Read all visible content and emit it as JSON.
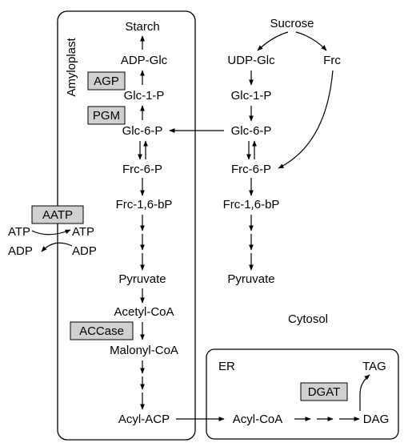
{
  "compartments": {
    "amyloplast": "Amyloplast",
    "cytosol": "Cytosol",
    "er": "ER"
  },
  "metabolites": {
    "starch": "Starch",
    "adp_glc": "ADP-Glc",
    "amy_glc1p": "Glc-1-P",
    "amy_glc6p": "Glc-6-P",
    "amy_frc6p": "Frc-6-P",
    "amy_frc16bp": "Frc-1,6-bP",
    "amy_pyruvate": "Pyruvate",
    "acetyl_coa": "Acetyl-CoA",
    "malonyl_coa": "Malonyl-CoA",
    "acyl_acp": "Acyl-ACP",
    "sucrose": "Sucrose",
    "udp_glc": "UDP-Glc",
    "frc": "Frc",
    "cyt_glc1p": "Glc-1-P",
    "cyt_glc6p": "Glc-6-P",
    "cyt_frc6p": "Frc-6-P",
    "cyt_frc16bp": "Frc-1,6-bP",
    "cyt_pyruvate": "Pyruvate",
    "acyl_coa": "Acyl-CoA",
    "dag": "DAG",
    "tag": "TAG",
    "atp_left": "ATP",
    "adp_left": "ADP",
    "atp_right": "ATP",
    "adp_right": "ADP"
  },
  "enzymes": {
    "agp": "AGP",
    "pgm": "PGM",
    "aatp": "AATP",
    "accase": "ACCase",
    "dgat": "DGAT"
  }
}
